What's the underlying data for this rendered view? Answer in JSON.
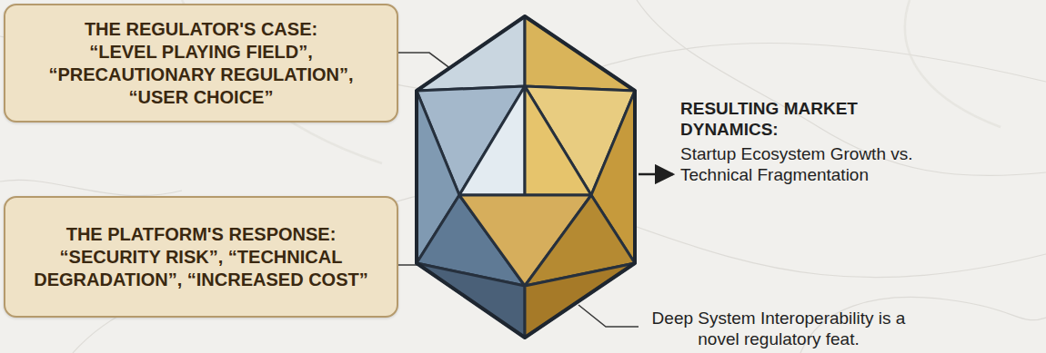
{
  "diagram": {
    "nodes": [
      {
        "text": [
          "THE REGULATOR'S CASE:",
          "“LEVEL PLAYING FIELD”, “PRECAUTIONARY REGULATION”, “USER CHOICE”"
        ]
      },
      {
        "text": [
          "THE PLATFORM'S RESPONSE:",
          "“SECURITY RISK”, “TECHNICAL DEGRADATION”, “INCREASED COST”"
        ]
      }
    ],
    "labels": [
      "RESULTING MARKET DYNAMICS:",
      "Startup Ecosystem Growth vs. Technical Fragmentation",
      "Deep System Interoperability is a novel regulatory feat."
    ]
  }
}
